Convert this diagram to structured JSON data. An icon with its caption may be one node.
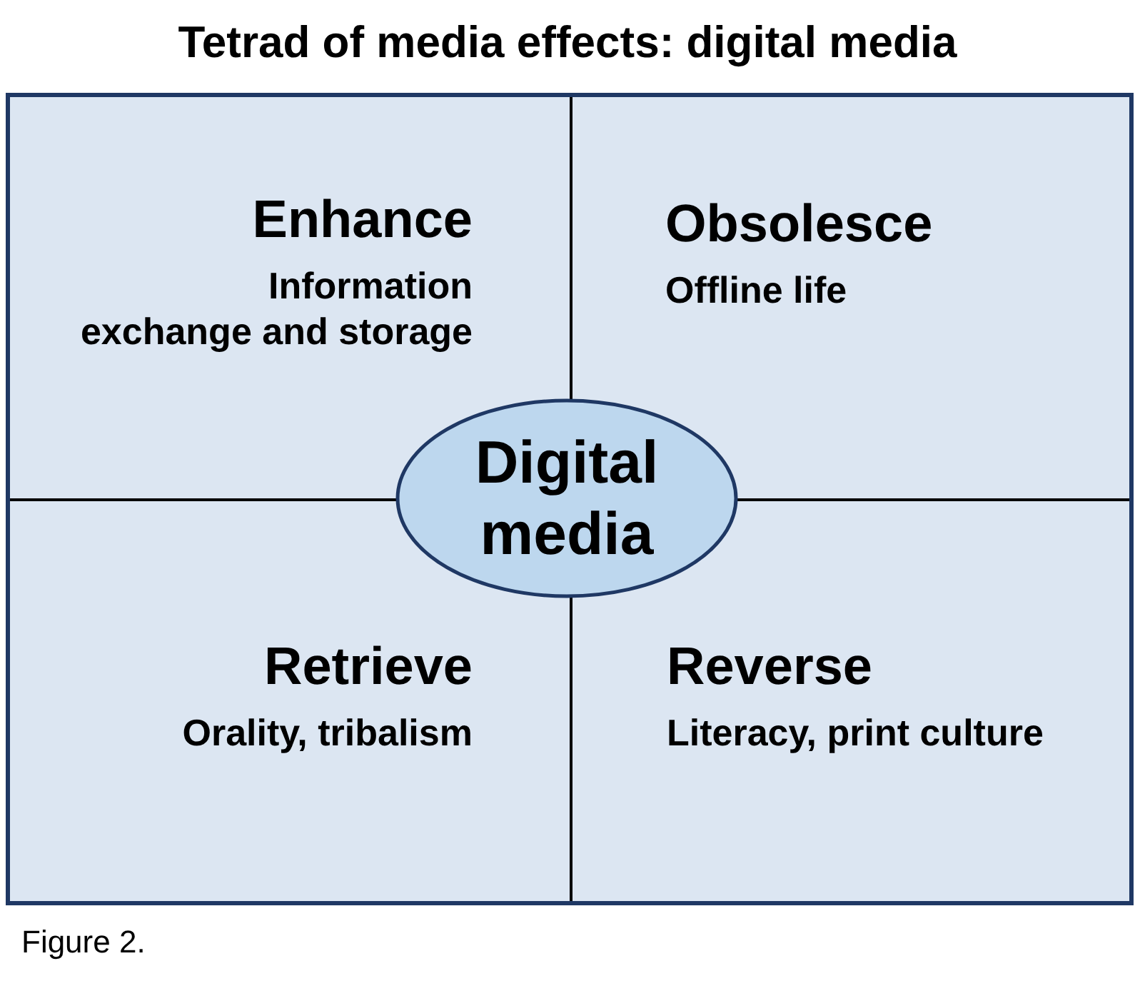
{
  "diagram": {
    "title": "Tetrad of media effects: digital media",
    "caption": "Figure 2.",
    "nodes": [
      {
        "text": [
          "Enhance",
          "Information exchange and storage"
        ]
      },
      {
        "text": [
          "Obsolesce",
          "Offline life"
        ]
      },
      {
        "text": [
          "Digital media"
        ]
      },
      {
        "text": [
          "Retrieve",
          "Orality, tribalism"
        ]
      },
      {
        "text": [
          "Reverse",
          "Literacy, print culture"
        ]
      }
    ]
  }
}
